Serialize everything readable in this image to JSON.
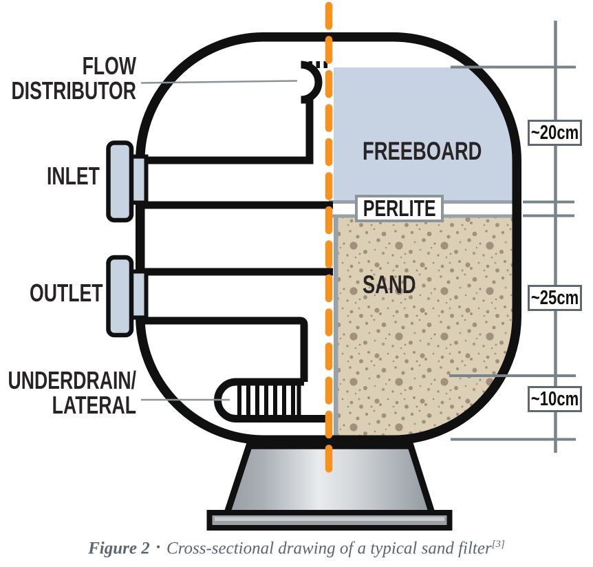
{
  "diagram": {
    "title_hint": "sand filter cross-section",
    "labels": {
      "flow_distributor": "FLOW DISTRIBUTOR",
      "inlet": "INLET",
      "outlet": "OUTLET",
      "underdrain_lateral": "UNDERDRAIN/ LATERAL",
      "freeboard": "FREEBOARD",
      "perlite": "PERLITE",
      "sand": "SAND"
    },
    "measurements": [
      {
        "label": "~20cm"
      },
      {
        "label": "~25cm"
      },
      {
        "label": "~10cm"
      }
    ],
    "colors": {
      "centerline_orange": "#F79120",
      "freeboard_fill": "#C7D2E2",
      "sand_fill": "#DBCFB5",
      "sand_speckle": "#A28F7E",
      "flange_fill": "#C8D3E2",
      "outline_black": "#101010",
      "measure_gray": "#79838A",
      "perlite_line_gray": "#99A1A8",
      "caption_gray": "#5A6771"
    }
  },
  "caption": {
    "figure_label": "Figure 2",
    "bullet": "•",
    "text": "Cross-sectional drawing of a typical sand filter",
    "citation": "[3]"
  }
}
